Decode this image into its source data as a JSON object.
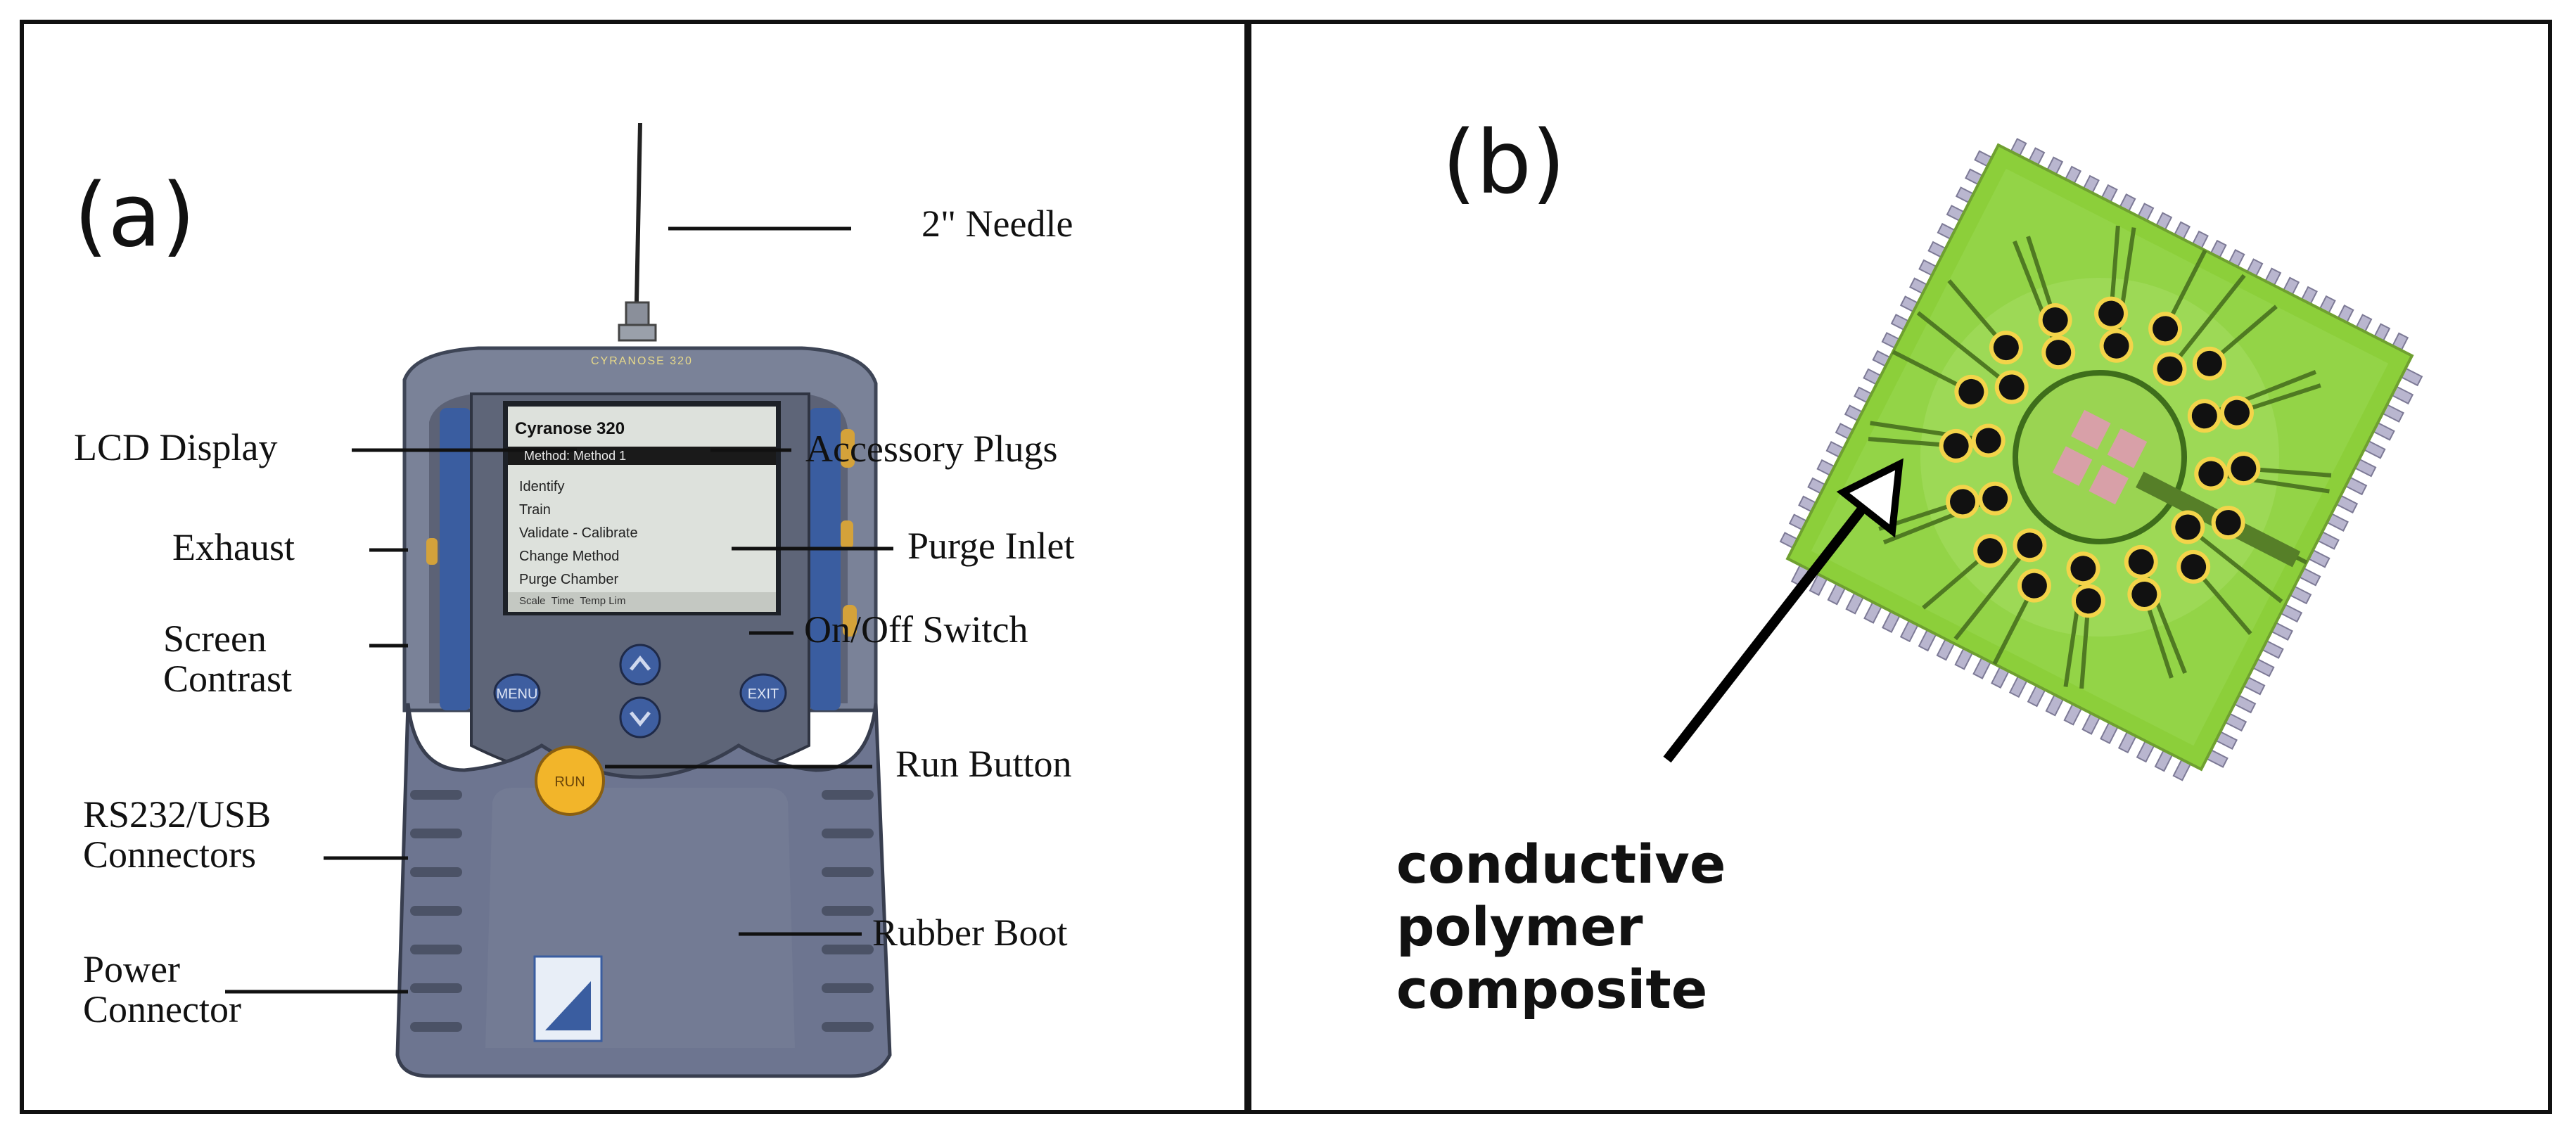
{
  "panel_a": {
    "label": "(a)",
    "device_screen": {
      "brand": "CYRANOSE 320",
      "title": "Cyranose 320",
      "method": "Method: Method 1",
      "menu": [
        "Identify",
        "Train",
        "Validate - Calibrate",
        "Change Method",
        "Purge Chamber"
      ],
      "footer": "Scale  Time  Temp Lim"
    },
    "run_button_text": "RUN",
    "callouts_right": [
      "2\" Needle",
      "Accessory Plugs",
      "Purge Inlet",
      "On/Off Switch",
      "Run Button",
      "Rubber Boot"
    ],
    "callouts_left": [
      [
        "LCD Display"
      ],
      [
        "Exhaust"
      ],
      [
        "Screen",
        "Contrast"
      ],
      [
        "RS232/USB",
        "Connectors"
      ],
      [
        "Power",
        "Connector"
      ]
    ]
  },
  "panel_b": {
    "label": "(b)",
    "caption_lines": [
      "conductive",
      "polymer",
      "composite"
    ]
  },
  "colors": {
    "device_body": "#6f7890",
    "device_dark": "#4b5266",
    "blue_panel": "#3a5da0",
    "chip_green": "#8ccf3a",
    "chip_dark_green": "#4f8a22",
    "pad_black": "#111111",
    "pad_ring": "#f3d44a",
    "pin_gray": "#b9b6cf",
    "sensor_pink": "#d8a0a8"
  }
}
